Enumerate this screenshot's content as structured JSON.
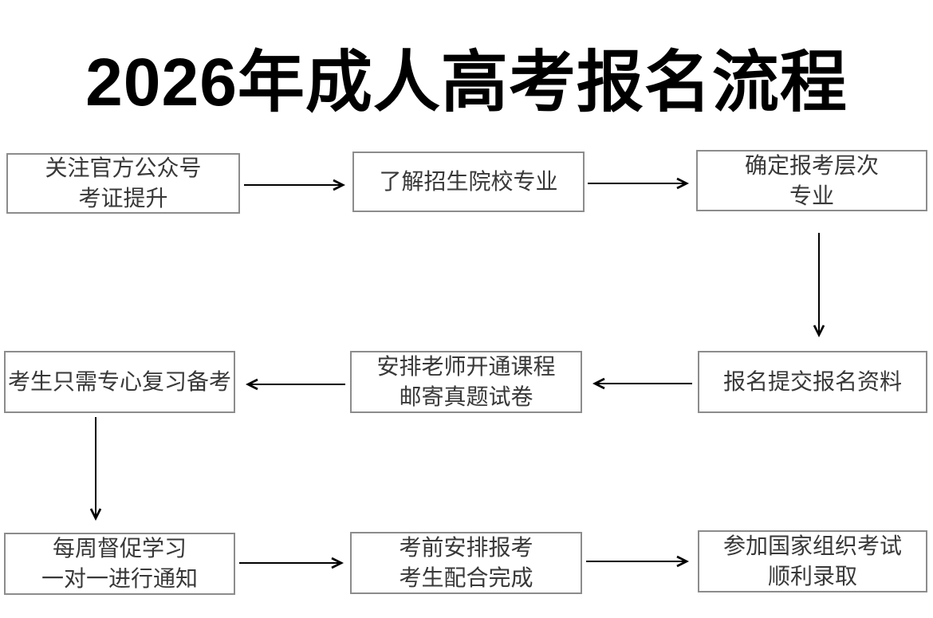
{
  "title": "2026年成人高考报名流程",
  "colors": {
    "background": "#ffffff",
    "box_border": "#8c8c8c",
    "box_text": "#383838",
    "title_text": "#000000",
    "arrow": "#000000"
  },
  "flow": {
    "steps": [
      {
        "lines": [
          "关注官方公众号",
          "考证提升"
        ]
      },
      {
        "lines": [
          "了解招生院校专业"
        ]
      },
      {
        "lines": [
          "确定报考层次",
          "专业"
        ]
      },
      {
        "lines": [
          "报名提交报名资料"
        ]
      },
      {
        "lines": [
          "安排老师开通课程",
          "邮寄真题试卷"
        ]
      },
      {
        "lines": [
          "考生只需专心复习备考"
        ]
      },
      {
        "lines": [
          "每周督促学习",
          "一对一进行通知"
        ]
      },
      {
        "lines": [
          "考前安排报考",
          "考生配合完成"
        ]
      },
      {
        "lines": [
          "参加国家组织考试",
          "顺利录取"
        ]
      }
    ]
  }
}
